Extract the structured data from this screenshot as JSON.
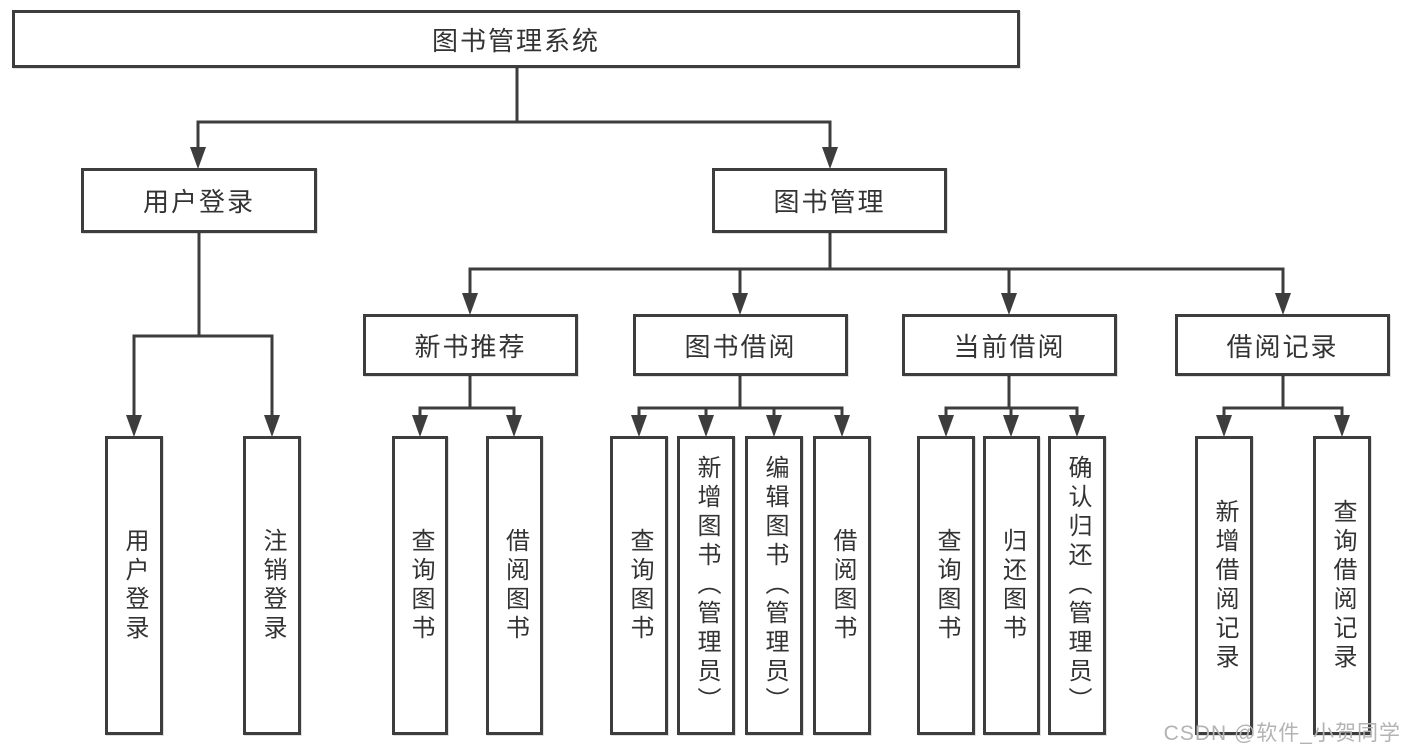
{
  "diagram": {
    "root": {
      "label": "图书管理系统"
    },
    "branches": [
      {
        "label": "用户登录",
        "children": [
          {
            "label": "用户登录"
          },
          {
            "label": "注销登录"
          }
        ]
      },
      {
        "label": "图书管理",
        "children": [
          {
            "label": "新书推荐",
            "children": [
              {
                "label": "查询图书"
              },
              {
                "label": "借阅图书"
              }
            ]
          },
          {
            "label": "图书借阅",
            "children": [
              {
                "label": "查询图书"
              },
              {
                "label": "新增图书（管理员）"
              },
              {
                "label": "编辑图书（管理员）"
              },
              {
                "label": "借阅图书"
              }
            ]
          },
          {
            "label": "当前借阅",
            "children": [
              {
                "label": "查询图书"
              },
              {
                "label": "归还图书"
              },
              {
                "label": "确认归还（管理员）"
              }
            ]
          },
          {
            "label": "借阅记录",
            "children": [
              {
                "label": "新增借阅记录"
              },
              {
                "label": "查询借阅记录"
              }
            ]
          }
        ]
      }
    ]
  },
  "watermark": {
    "text": "CSDN @软件_小贺同学"
  },
  "colors": {
    "line": "#3d3d3d",
    "node_border": "#3d3d3d",
    "text": "#333333",
    "background": "#ffffff",
    "watermark": "#b3b3b3"
  }
}
